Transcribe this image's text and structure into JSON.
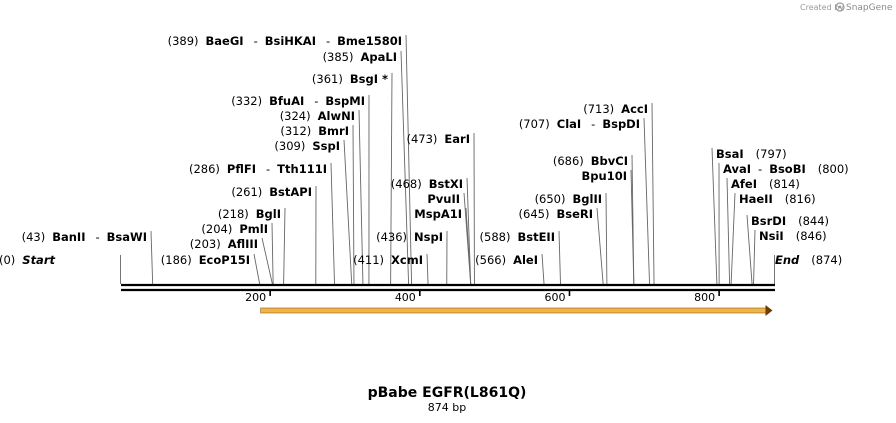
{
  "header": {
    "credit_text": "Created by",
    "brand_name": "SnapGene"
  },
  "map": {
    "total_length": 874,
    "ruler_ticks": [
      200,
      400,
      600,
      800
    ],
    "feature_arrow": {
      "start": 186,
      "end": 874,
      "color": "#f0b54a"
    },
    "sites": [
      {
        "pos": 0,
        "pos_label": "(0)",
        "parts": [
          "Start"
        ],
        "style": "italic"
      },
      {
        "pos": 43,
        "pos_label": "(43)",
        "parts": [
          "BanII",
          "BsaWI"
        ]
      },
      {
        "pos": 186,
        "pos_label": "(186)",
        "parts": [
          "EcoP15I"
        ]
      },
      {
        "pos": 203,
        "pos_label": "(203)",
        "parts": [
          "AflIII"
        ]
      },
      {
        "pos": 204,
        "pos_label": "(204)",
        "parts": [
          "PmlI"
        ]
      },
      {
        "pos": 218,
        "pos_label": "(218)",
        "parts": [
          "BglI"
        ]
      },
      {
        "pos": 261,
        "pos_label": "(261)",
        "parts": [
          "BstAPI"
        ]
      },
      {
        "pos": 286,
        "pos_label": "(286)",
        "parts": [
          "PflFI",
          "Tth111I"
        ]
      },
      {
        "pos": 309,
        "pos_label": "(309)",
        "parts": [
          "SspI"
        ]
      },
      {
        "pos": 312,
        "pos_label": "(312)",
        "parts": [
          "BmrI"
        ]
      },
      {
        "pos": 324,
        "pos_label": "(324)",
        "parts": [
          "AlwNI"
        ]
      },
      {
        "pos": 332,
        "pos_label": "(332)",
        "parts": [
          "BfuAI",
          "BspMI"
        ]
      },
      {
        "pos": 361,
        "pos_label": "(361)",
        "parts": [
          "BsgI *"
        ]
      },
      {
        "pos": 385,
        "pos_label": "(385)",
        "parts": [
          "ApaLI"
        ]
      },
      {
        "pos": 389,
        "pos_label": "(389)",
        "parts": [
          "BaeGI",
          "BsiHKAI",
          "Bme1580I"
        ]
      },
      {
        "pos": 411,
        "pos_label": "(411)",
        "parts": [
          "XcmI"
        ]
      },
      {
        "pos": 436,
        "pos_label": "(436)",
        "parts": [
          "NspI"
        ]
      },
      {
        "pos": 468,
        "pos_label": "(468)",
        "parts": [
          "BstXI"
        ]
      },
      {
        "pos": 468,
        "pos_label": "",
        "parts": [
          "PvuII"
        ]
      },
      {
        "pos": 468,
        "pos_label": "",
        "parts": [
          "MspA1I"
        ]
      },
      {
        "pos": 473,
        "pos_label": "(473)",
        "parts": [
          "EarI"
        ]
      },
      {
        "pos": 566,
        "pos_label": "(566)",
        "parts": [
          "AleI"
        ]
      },
      {
        "pos": 588,
        "pos_label": "(588)",
        "parts": [
          "BstEII"
        ]
      },
      {
        "pos": 645,
        "pos_label": "(645)",
        "parts": [
          "BseRI"
        ]
      },
      {
        "pos": 650,
        "pos_label": "(650)",
        "parts": [
          "BglII"
        ]
      },
      {
        "pos": 686,
        "pos_label": "(686)",
        "parts": [
          "BbvCI"
        ]
      },
      {
        "pos": 686,
        "pos_label": "",
        "parts": [
          "Bpu10I"
        ]
      },
      {
        "pos": 707,
        "pos_label": "(707)",
        "parts": [
          "ClaI",
          "BspDI"
        ]
      },
      {
        "pos": 713,
        "pos_label": "(713)",
        "parts": [
          "AccI"
        ]
      },
      {
        "pos": 797,
        "pos_label": "(797)",
        "parts": [
          "BsaI"
        ]
      },
      {
        "pos": 800,
        "pos_label": "(800)",
        "parts": [
          "AvaI",
          "BsoBI"
        ]
      },
      {
        "pos": 814,
        "pos_label": "(814)",
        "parts": [
          "AfeI"
        ]
      },
      {
        "pos": 816,
        "pos_label": "(816)",
        "parts": [
          "HaeII"
        ]
      },
      {
        "pos": 844,
        "pos_label": "(844)",
        "parts": [
          "BsrDI"
        ]
      },
      {
        "pos": 846,
        "pos_label": "(846)",
        "parts": [
          "NsiI"
        ]
      },
      {
        "pos": 874,
        "pos_label": "(874)",
        "parts": [
          "End"
        ],
        "style": "italic"
      }
    ]
  },
  "footer": {
    "plasmid_name": "pBabe EGFR(L861Q)",
    "length_label": "874 bp"
  }
}
